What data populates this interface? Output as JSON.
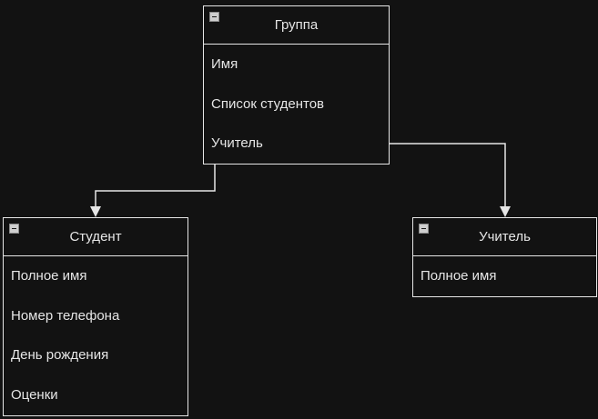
{
  "group": {
    "title": "Группа",
    "fields": [
      "Имя",
      "Список студентов",
      "Учитель"
    ]
  },
  "student": {
    "title": "Студент",
    "fields": [
      "Полное имя",
      "Номер телефона",
      "День рождения",
      "Оценки"
    ]
  },
  "teacher": {
    "title": "Учитель",
    "fields": [
      "Полное имя"
    ]
  },
  "colors": {
    "background": "#121212",
    "stroke": "#e6e6e6",
    "text": "#e6e6e6"
  }
}
